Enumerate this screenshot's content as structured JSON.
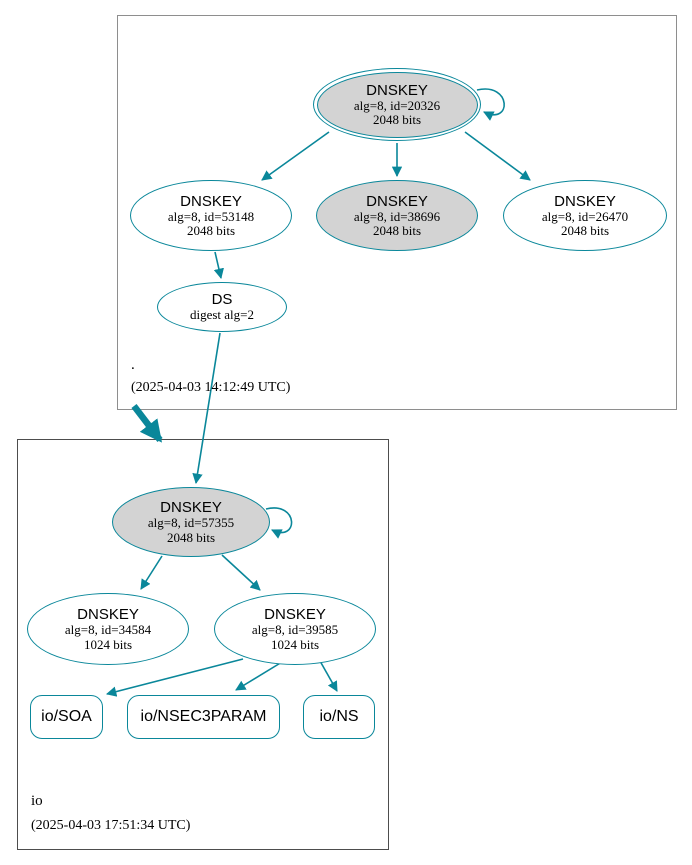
{
  "colors": {
    "secure_edge": "#0a879a",
    "node_border": "#0a879a",
    "ksk_fill": "#d3d3d3",
    "zsk_fill": "#ffffff",
    "root_cluster_border": "#8e8e8e",
    "io_cluster_border": "#4d4d4d"
  },
  "root_zone": {
    "label": ".",
    "timestamp": "(2025-04-03 14:12:49 UTC)",
    "ksk_20326": {
      "title": "DNSKEY",
      "detail1": "alg=8, id=20326",
      "detail2": "2048 bits"
    },
    "zsk_53148": {
      "title": "DNSKEY",
      "detail1": "alg=8, id=53148",
      "detail2": "2048 bits"
    },
    "zsk_38696": {
      "title": "DNSKEY",
      "detail1": "alg=8, id=38696",
      "detail2": "2048 bits"
    },
    "zsk_26470": {
      "title": "DNSKEY",
      "detail1": "alg=8, id=26470",
      "detail2": "2048 bits"
    },
    "ds": {
      "title": "DS",
      "detail1": "digest alg=2"
    }
  },
  "io_zone": {
    "label": "io",
    "timestamp": "(2025-04-03 17:51:34 UTC)",
    "ksk_57355": {
      "title": "DNSKEY",
      "detail1": "alg=8, id=57355",
      "detail2": "2048 bits"
    },
    "zsk_34584": {
      "title": "DNSKEY",
      "detail1": "alg=8, id=34584",
      "detail2": "1024 bits"
    },
    "zsk_39585": {
      "title": "DNSKEY",
      "detail1": "alg=8, id=39585",
      "detail2": "1024 bits"
    },
    "rrset_soa": {
      "label": "io/SOA"
    },
    "rrset_nsec3param": {
      "label": "io/NSEC3PARAM"
    },
    "rrset_ns": {
      "label": "io/NS"
    }
  }
}
